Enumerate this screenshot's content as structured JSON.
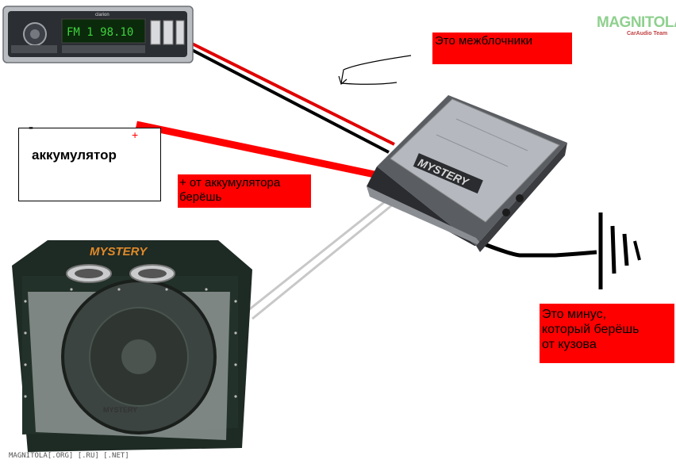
{
  "labels": {
    "interconnect": "Это межблочники",
    "battery_plus": [
      "+ от аккумулятора",
      "берёшь"
    ],
    "minus": [
      "Это минус,",
      "который берёшь",
      "от кузова"
    ]
  },
  "battery": {
    "label": "аккумулятор",
    "minus_symbol": "-",
    "plus_symbol": "+"
  },
  "head_unit": {
    "display_text": "FM 1  98.10",
    "brand": "clarion"
  },
  "amplifier": {
    "brand": "MYSTERY"
  },
  "subwoofer": {
    "brand": "MYSTERY",
    "front_brand": "MYSTERY"
  },
  "logo": {
    "main": "MAGNITOLA",
    "sub": "CarAudio Team"
  },
  "watermark": "MAGNITOLA[.ORG] [.RU] [.NET]",
  "colors": {
    "label_bg": "#ff0000",
    "power_wire": "#ff0000",
    "ground_wire": "#000000",
    "speaker_wire": "#c8c8c8",
    "display_green": "#3fd23f"
  }
}
